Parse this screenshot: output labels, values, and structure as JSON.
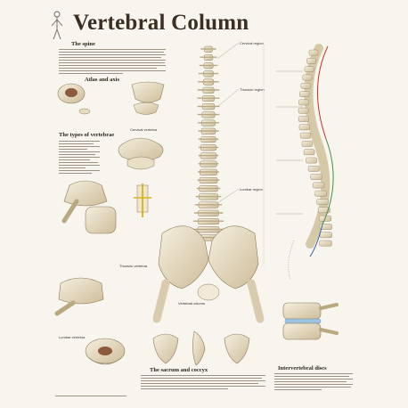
{
  "title": "Vertebral Column",
  "headings": {
    "spine": "The spine",
    "atlas_axis": "Atlas and axis",
    "types": "The types of vertebrae",
    "sacrum": "The sacrum and coccyx",
    "intervertebral": "Intervertebral discs"
  },
  "figure_labels": {
    "cervical": "Cervical vertebra",
    "thoracic": "Thoracic vertebra",
    "lumbar": "Lumbar vertebra",
    "vertebral_column": "Vertebral column",
    "cervical_region": "Cervical region",
    "thoracic_region": "Thoracic region",
    "lumbar_region": "Lumbar region"
  },
  "colors": {
    "background": "#f8f5ee",
    "bone": "#efe6d2",
    "bone_shade": "#c8b894",
    "spine_curve_red": "#c2342a",
    "spine_curve_green": "#3f8f44",
    "spine_curve_blue": "#3461a8"
  },
  "icons": [
    "human-figure-icon"
  ]
}
